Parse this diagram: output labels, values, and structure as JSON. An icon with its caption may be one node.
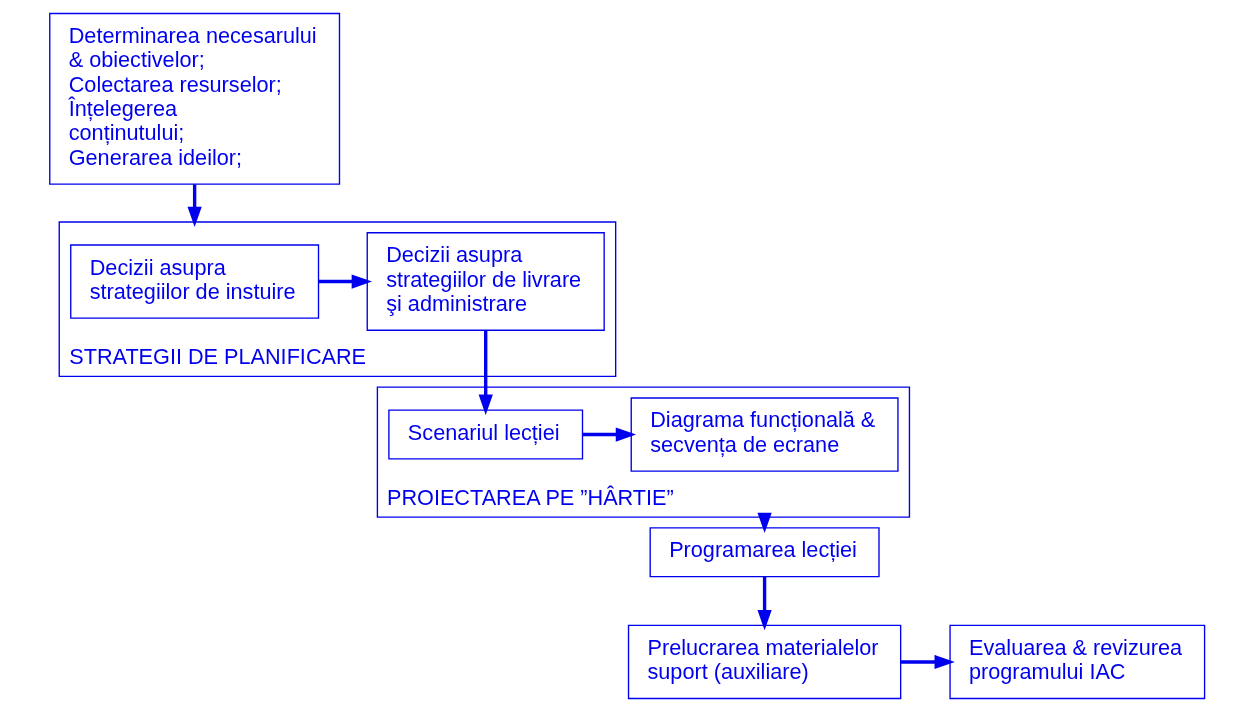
{
  "diagram": {
    "nodes": [
      {
        "text": [
          "Determinarea necesarului & obiectivelor;",
          "Colectarea resurselor;",
          "Înțelegerea conținutului;",
          "Generarea ideilor;"
        ]
      },
      {
        "text": [
          "STRATEGII DE PLANIFICARE"
        ]
      },
      {
        "text": [
          "Decizii asupra strategiilor de instuire"
        ],
        "in": 1
      },
      {
        "text": [
          "Decizii asupra strategiilor de livrare şi administrare"
        ],
        "in": 1
      },
      {
        "text": [
          "PROIECTAREA PE ”HÂRTIE”"
        ]
      },
      {
        "text": [
          "Diagrama funcțională & secvența de ecrane"
        ],
        "in": 4
      },
      {
        "text": [
          "Scenariul lecției"
        ],
        "in": 4
      },
      {
        "text": [
          "Programarea lecției"
        ]
      },
      {
        "text": [
          "Prelucrarea materialelor suport (auxiliare)"
        ]
      },
      {
        "text": [
          "Evaluarea & revizurea programului IAC"
        ]
      }
    ],
    "edges": [
      {
        "from": 0,
        "to": 1,
        "arrow": "to"
      },
      {
        "from": 2,
        "to": 3,
        "arrow": "to"
      },
      {
        "from": 3,
        "to": 6,
        "arrow": "to"
      },
      {
        "from": 6,
        "to": 5,
        "arrow": "to"
      },
      {
        "from": 4,
        "to": 7,
        "arrow": "to"
      },
      {
        "from": 7,
        "to": 8,
        "arrow": "to"
      },
      {
        "from": 8,
        "to": 9,
        "arrow": "to"
      }
    ]
  }
}
